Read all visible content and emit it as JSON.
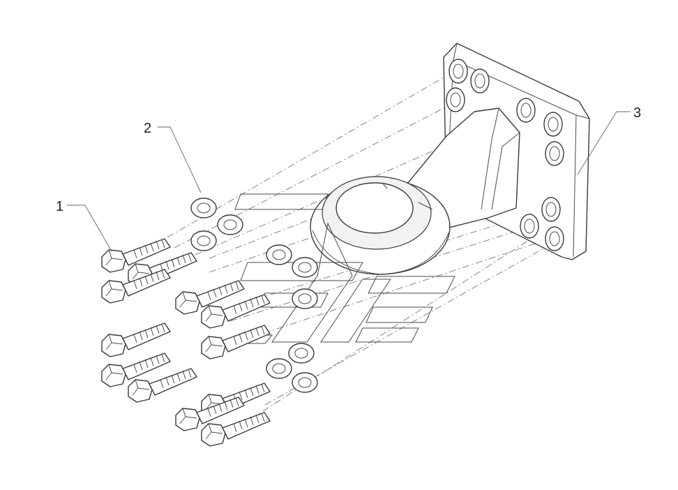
{
  "diagram": {
    "callouts": [
      {
        "id": "1",
        "label": "1"
      },
      {
        "id": "2",
        "label": "2"
      },
      {
        "id": "3",
        "label": "3"
      }
    ],
    "colors": {
      "line": "#3a3a3a",
      "background": "#ffffff",
      "leader": "#666666"
    }
  }
}
